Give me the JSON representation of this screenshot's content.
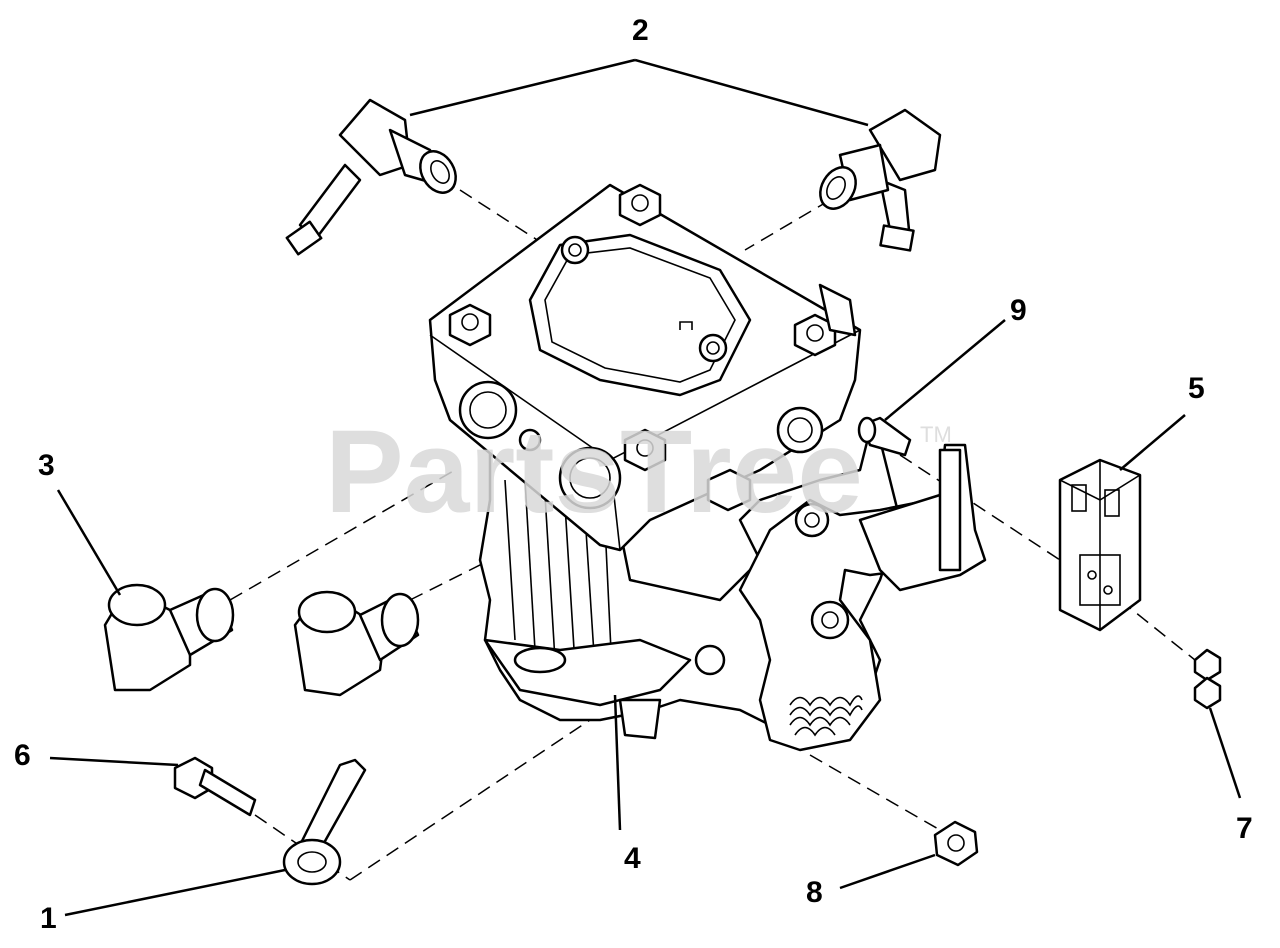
{
  "watermark": {
    "text": "PartsTree",
    "trademark": "TM"
  },
  "callouts": [
    {
      "id": "1",
      "label": "1"
    },
    {
      "id": "2",
      "label": "2"
    },
    {
      "id": "3",
      "label": "3"
    },
    {
      "id": "4",
      "label": "4"
    },
    {
      "id": "5",
      "label": "5"
    },
    {
      "id": "6",
      "label": "6"
    },
    {
      "id": "7",
      "label": "7"
    },
    {
      "id": "8",
      "label": "8"
    },
    {
      "id": "9",
      "label": "9"
    }
  ]
}
